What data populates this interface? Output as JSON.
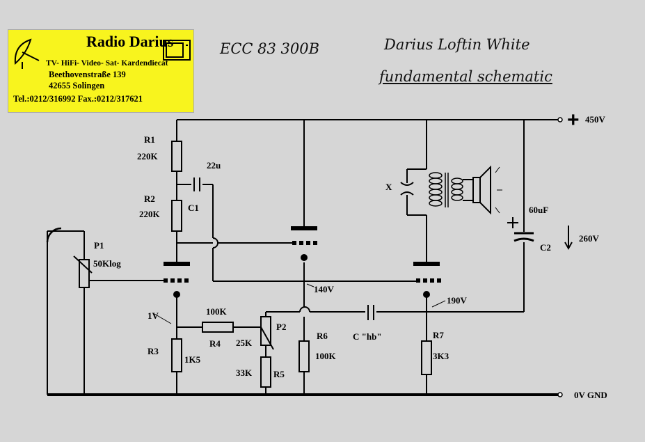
{
  "logo": {
    "name": "Radio Darius",
    "services": "TV- HiFi- Video- Sat- Kardendiecat",
    "street": "Beethovenstraße  139",
    "city": "42655 Solingen",
    "contact": "Tel.:0212/316992   Fax.:0212/317621"
  },
  "headings": {
    "tubes": "ECC 83   300B",
    "title_line1": "Darius Loftin White",
    "title_line2": "fundamental schematic"
  },
  "supply": {
    "plus_sign": "+",
    "hv_label": "450V",
    "gnd_label": "0V GND",
    "c2_voltage": "260V"
  },
  "components": {
    "r1_name": "R1",
    "r1_value": "220K",
    "r2_name": "R2",
    "r2_value": "220K",
    "c1_name": "C1",
    "c1_value": "22u",
    "p1_name": "P1",
    "p1_value": "50Klog",
    "r3_name": "R3",
    "r3_value": "1K5",
    "r4_name": "R4",
    "r4_value": "100K",
    "p2_name": "P2",
    "p2_value": "25K",
    "r5_name": "R5",
    "r5_value": "33K",
    "r6_name": "R6",
    "r6_value": "100K",
    "chb_name": "C \"hb\"",
    "r7_name": "R7",
    "r7_value": "3K3",
    "c2_name": "C2",
    "c2_value": "60uF",
    "x_label": "X",
    "c2_plus": "+"
  },
  "voltages": {
    "cathode1": "1V",
    "grid2": "140V",
    "cathode2": "190V"
  }
}
